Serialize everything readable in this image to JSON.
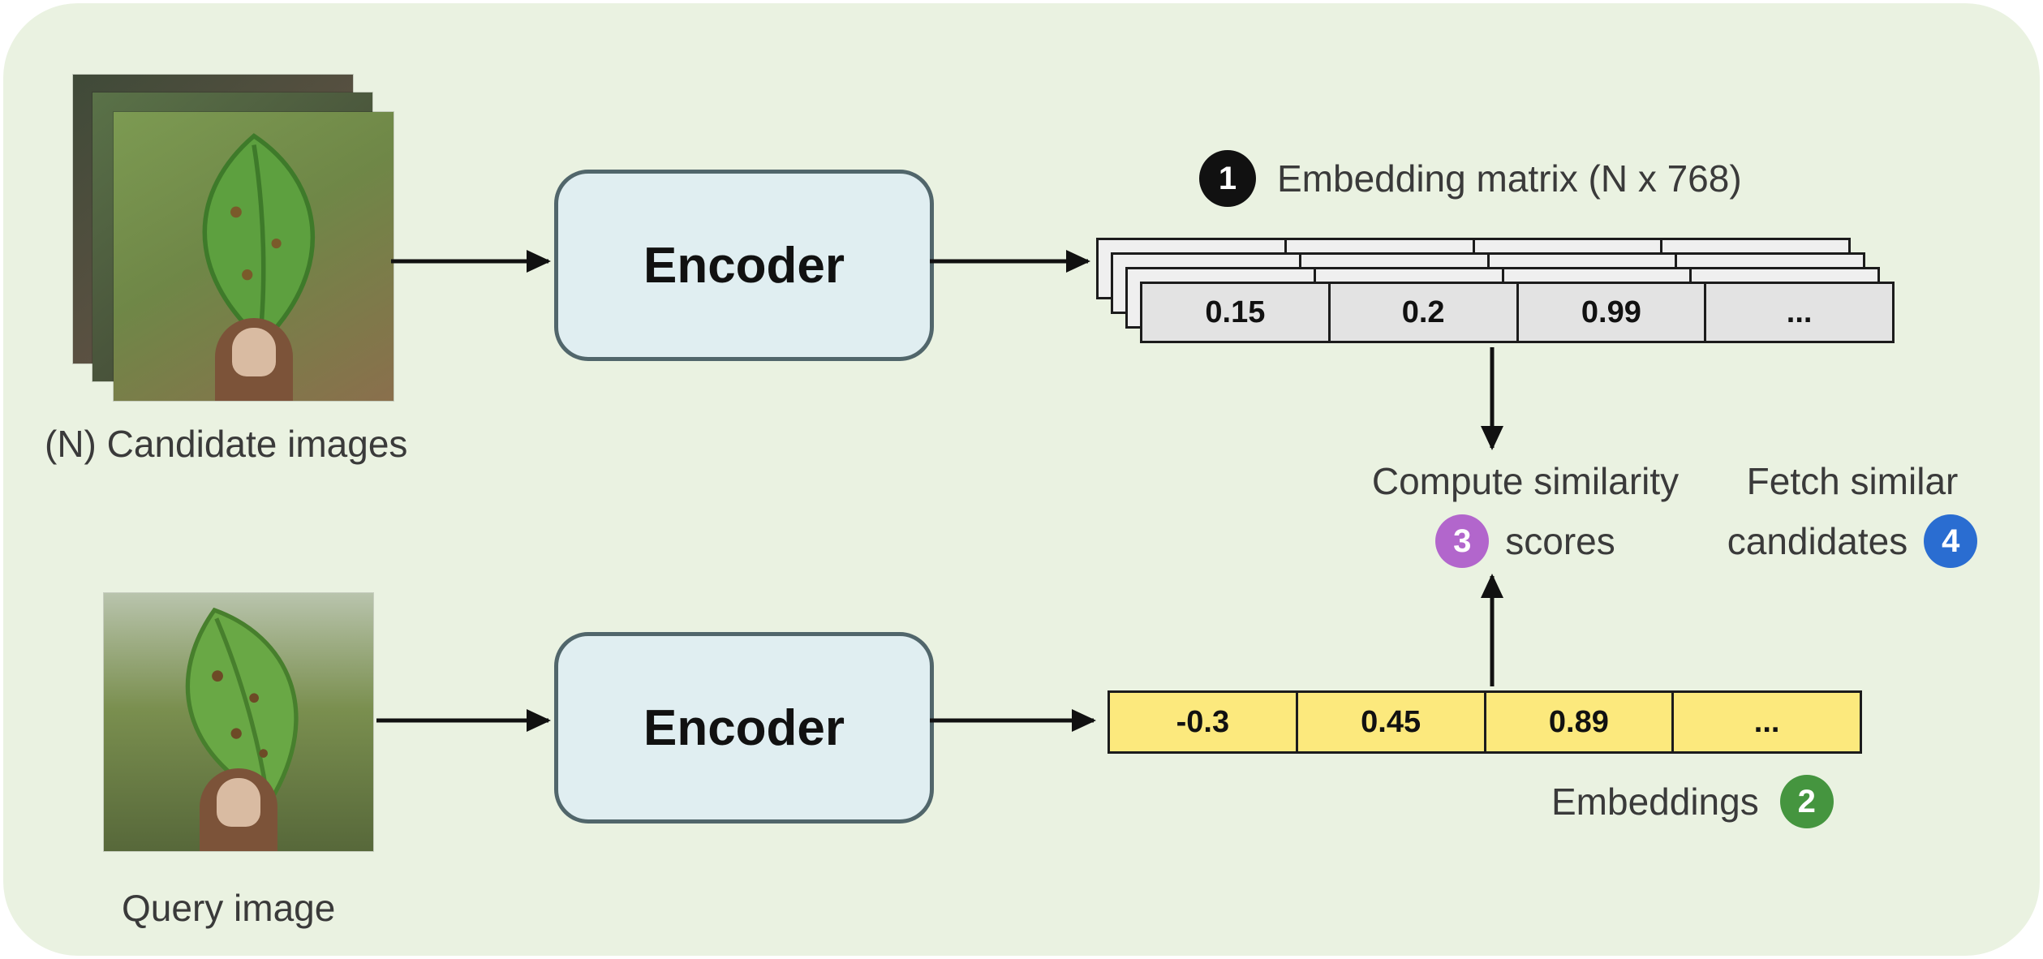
{
  "labels": {
    "candidate_images": "(N) Candidate images",
    "query_image": "Query image"
  },
  "encoders": {
    "top": "Encoder",
    "bottom": "Encoder"
  },
  "steps": {
    "one": {
      "num": "1",
      "label": "Embedding matrix (N x 768)",
      "color": "#111111"
    },
    "two": {
      "num": "2",
      "label": "Embeddings",
      "color": "#45953f"
    },
    "three": {
      "num": "3",
      "label_line1": "Compute similarity",
      "label_line2": "scores",
      "color": "#b266cc"
    },
    "four": {
      "num": "4",
      "label_line1": "Fetch similar",
      "label_line2": "candidates",
      "color": "#2a6dd1"
    }
  },
  "matrix": {
    "values": [
      "0.15",
      "0.2",
      "0.99",
      "..."
    ],
    "stacked_rows": 4
  },
  "embedding": {
    "values": [
      "-0.3",
      "0.45",
      "0.89",
      "..."
    ]
  },
  "colors": {
    "background": "#eaf2e1",
    "encoder_fill": "#e0eef1",
    "encoder_border": "#51666b",
    "matrix_cell": "#e3e3e3",
    "embedding_cell": "#fce97d",
    "arrow": "#111111",
    "label_text": "#3a3a3a"
  }
}
